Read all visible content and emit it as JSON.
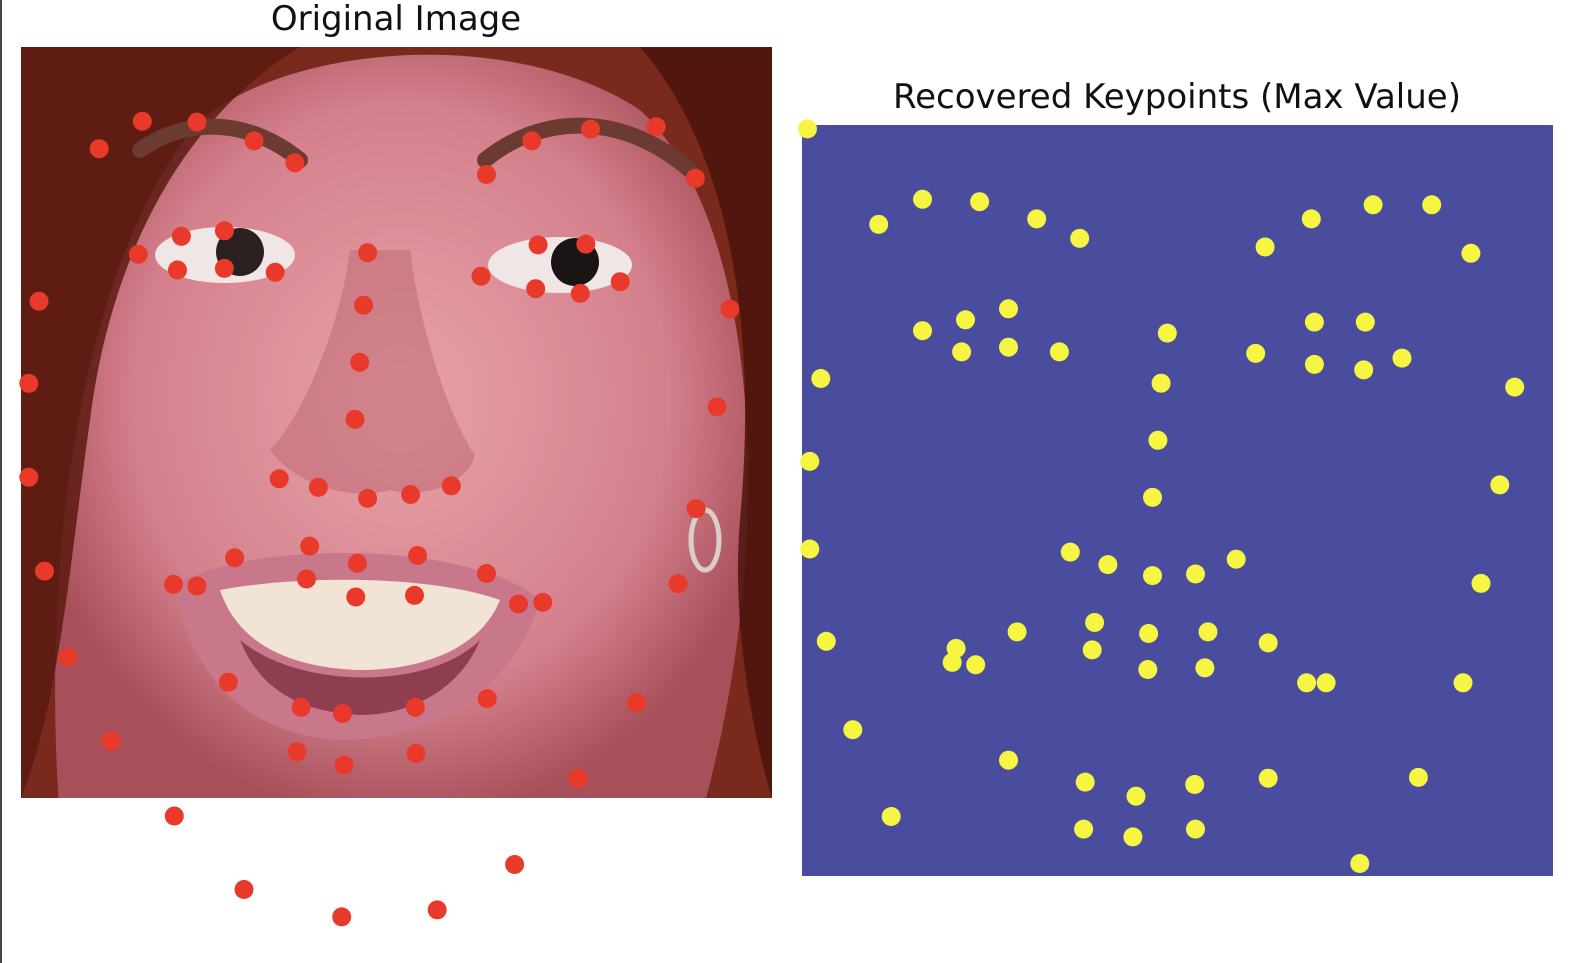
{
  "figure": {
    "left_panel_title": "Original Image",
    "right_panel_title": "Recovered Keypoints (Max Value)"
  },
  "colors": {
    "left_point": "#e8392b",
    "right_point": "#f5f542",
    "right_bg": "#4a4c9e",
    "face_skin": "#d7848f",
    "hair": "#6b1e12"
  },
  "chart_data": [
    {
      "type": "scatter",
      "title": "Original Image",
      "background": "photo of a smiling woman's face",
      "marker_color": "#e8392b",
      "note": "points in image coordinates of a 96x96 face crop; some fall below the image",
      "points": [
        [
          10,
          13
        ],
        [
          15.5,
          9.5
        ],
        [
          22.5,
          9.6
        ],
        [
          29.8,
          12
        ],
        [
          35,
          14.8
        ],
        [
          59.5,
          16.3
        ],
        [
          65.3,
          12
        ],
        [
          72.8,
          10.5
        ],
        [
          81.2,
          10.2
        ],
        [
          86.2,
          16.8
        ],
        [
          15,
          26.5
        ],
        [
          20.5,
          24.2
        ],
        [
          26,
          23.5
        ],
        [
          20,
          28.5
        ],
        [
          26,
          28.3
        ],
        [
          32.5,
          28.8
        ],
        [
          44.3,
          26.3
        ],
        [
          43.8,
          33
        ],
        [
          43.3,
          40.3
        ],
        [
          42.7,
          47.6
        ],
        [
          58.8,
          29.3
        ],
        [
          66.1,
          25.3
        ],
        [
          72.2,
          25.2
        ],
        [
          65.8,
          30.9
        ],
        [
          71.5,
          31.5
        ],
        [
          76.6,
          30
        ],
        [
          2.3,
          32.5
        ],
        [
          1,
          43
        ],
        [
          1,
          55
        ],
        [
          3,
          67
        ],
        [
          6,
          78
        ],
        [
          11.5,
          88.7
        ],
        [
          90.6,
          33.5
        ],
        [
          89,
          46
        ],
        [
          86.3,
          59
        ],
        [
          84,
          68.6
        ],
        [
          78.7,
          83.8
        ],
        [
          71.2,
          93.5
        ],
        [
          33,
          55.2
        ],
        [
          38,
          56.3
        ],
        [
          44.3,
          57.7
        ],
        [
          49.8,
          57.2
        ],
        [
          55,
          56.1
        ],
        [
          27.3,
          65.3
        ],
        [
          36.9,
          63.8
        ],
        [
          43,
          66
        ],
        [
          50.7,
          65
        ],
        [
          59.5,
          67.3
        ],
        [
          19.5,
          68.7
        ],
        [
          22.5,
          68.9
        ],
        [
          36.5,
          68
        ],
        [
          42.8,
          70.3
        ],
        [
          50.3,
          70.1
        ],
        [
          63.6,
          71.2
        ],
        [
          66.7,
          71
        ],
        [
          26.5,
          81.2
        ],
        [
          35.8,
          84.4
        ],
        [
          41.1,
          85.2
        ],
        [
          50.4,
          84.4
        ],
        [
          59.6,
          83.3
        ],
        [
          35.3,
          90.1
        ],
        [
          41.3,
          91.8
        ],
        [
          50.5,
          90.3
        ],
        [
          19.6,
          98.3
        ],
        [
          28.5,
          107.7
        ],
        [
          41,
          111.2
        ],
        [
          53.2,
          110.3
        ],
        [
          63.1,
          104.5
        ]
      ]
    },
    {
      "type": "scatter",
      "title": "Recovered Keypoints (Max Value)",
      "background": "uniform dark blue heatmap",
      "marker_color": "#f5f542",
      "note": "points in image coordinates of a 96x96 heatmap grid",
      "points": [
        [
          0.7,
          0.5
        ],
        [
          9.8,
          12.7
        ],
        [
          15.4,
          9.5
        ],
        [
          22.7,
          9.8
        ],
        [
          30,
          12
        ],
        [
          35.5,
          14.5
        ],
        [
          59.2,
          15.6
        ],
        [
          65.1,
          12
        ],
        [
          73,
          10.2
        ],
        [
          80.5,
          10.2
        ],
        [
          85.5,
          16.4
        ],
        [
          15.4,
          26.3
        ],
        [
          20.9,
          24.9
        ],
        [
          26.4,
          23.5
        ],
        [
          20.4,
          29
        ],
        [
          26.4,
          28.4
        ],
        [
          32.9,
          29
        ],
        [
          46.7,
          26.6
        ],
        [
          45.9,
          33
        ],
        [
          45.5,
          40.3
        ],
        [
          44.8,
          47.6
        ],
        [
          58,
          29.2
        ],
        [
          65.5,
          25.2
        ],
        [
          72,
          25.2
        ],
        [
          65.5,
          30.6
        ],
        [
          71.8,
          31.3
        ],
        [
          76.7,
          29.8
        ],
        [
          2.4,
          32.4
        ],
        [
          1,
          43
        ],
        [
          1,
          54.2
        ],
        [
          3.1,
          66
        ],
        [
          6.5,
          77.3
        ],
        [
          11.4,
          88.4
        ],
        [
          91.1,
          33.5
        ],
        [
          89.2,
          46
        ],
        [
          86.8,
          58.6
        ],
        [
          84.5,
          71.3
        ],
        [
          78.8,
          83.4
        ],
        [
          71.3,
          94.4
        ],
        [
          34.3,
          54.6
        ],
        [
          39.1,
          56.2
        ],
        [
          44.8,
          57.6
        ],
        [
          50.3,
          57.4
        ],
        [
          55.5,
          55.5
        ],
        [
          19.7,
          66.9
        ],
        [
          27.5,
          64.8
        ],
        [
          37.4,
          63.6
        ],
        [
          44.3,
          65
        ],
        [
          51.9,
          64.8
        ],
        [
          59.6,
          66.2
        ],
        [
          19.2,
          68.7
        ],
        [
          22.2,
          69
        ],
        [
          37.1,
          67.1
        ],
        [
          44.2,
          69.6
        ],
        [
          51.5,
          69.4
        ],
        [
          64.5,
          71.3
        ],
        [
          67,
          71.3
        ],
        [
          26.4,
          81.2
        ],
        [
          36.2,
          84
        ],
        [
          42.7,
          85.8
        ],
        [
          50.2,
          84.3
        ],
        [
          59.6,
          83.5
        ],
        [
          36,
          90
        ],
        [
          42.3,
          91
        ],
        [
          50.3,
          90
        ]
      ]
    }
  ]
}
